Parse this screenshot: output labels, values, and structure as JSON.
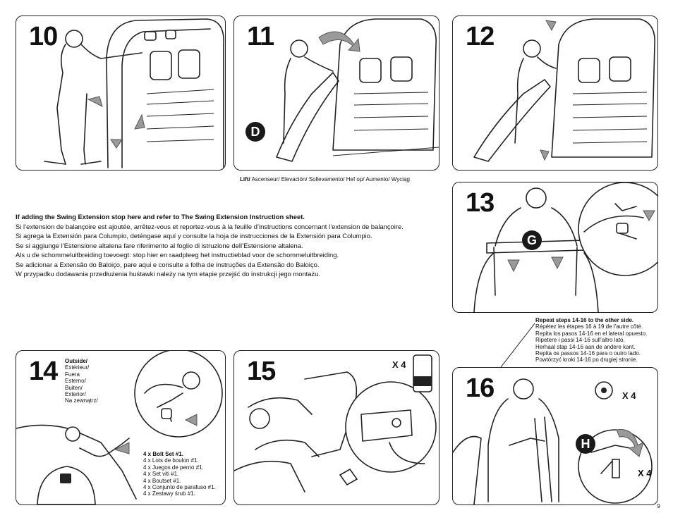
{
  "steps": {
    "s10": "10",
    "s11": "11",
    "s12": "12",
    "s13": "13",
    "s14": "14",
    "s15": "15",
    "s16": "16"
  },
  "lift_caption": {
    "bold": "Lift/",
    "rest": " Ascenseur/ Elevación/ Sollevamento/ Hef op/ Aumento/  Wyciąg"
  },
  "swing_extension": {
    "line1": "If adding the Swing Extension stop here and refer to The Swing Extension Instruction sheet.",
    "line2": "Si l’extension de balançoire est ajoutée,  arrêtez-vous  et reportez-vous à la feuille d’instructions concernant l’extension de balançoire.",
    "line3": "Si agrega la Extensión para Columpio, deténgase aquí y consulte la hoja de instrucciones de la Extensión para Columpio.",
    "line4": "Se si aggiunge l’Estensione altalena fare riferimento al foglio di istruzione dell’Estensione altalena.",
    "line5": "Als u de schommeluitbreiding toevoegt: stop hier en raadpleeg het instructieblad voor de schommeluitbreiding.",
    "line6": "Se adicionar a Extensão do Baloiço, pare aqui e consulte a folha de instruções da Extensão do Baloiço.",
    "line7": "W przypadku dodawania przedłużenia huśtawki należy na tym etapie przejść do instrukcji jego montażu."
  },
  "repeat": {
    "line1": "Repeat steps 14-16 to the other side.",
    "line2": "Répétez les étapes 16 à 19 de l’autre côté.",
    "line3": "Repita los pasos 14-16 en el lateral opuesto.",
    "line4": "Ripetere i passi 14-16 sull’altro lato.",
    "line5": "Herhaal stap 14-16 aan de andere kant.",
    "line6": "Repita os passos 14-16 para o outro lado.",
    "line7": "Powtórzyć kroki 14-16 po drugiej stronie."
  },
  "outside": {
    "l1": "Outside/",
    "l2": "Extérieur/",
    "l3": "Fuera",
    "l4": "Esterno/",
    "l5": "Buiten/",
    "l6": "Exterior/",
    "l7": "Na zewnątrz/"
  },
  "bolt_set": {
    "l1": "4 x Bolt Set #1.",
    "l2": "4 x Lots de boulon #1.",
    "l3": "4 x Juegos de perno #1.",
    "l4": "4 x Set viti #1.",
    "l5": "4 x Boutset #1.",
    "l6": "4 x Conjunto de parafuso #1.",
    "l7": "4 x Zestawy śrub #1."
  },
  "badges": {
    "d": "D",
    "g": "G",
    "h": "H"
  },
  "multipliers": {
    "x4_15": "X 4",
    "x4_16a": "X 4",
    "x4_16b": "X 4"
  },
  "page_number": "9"
}
